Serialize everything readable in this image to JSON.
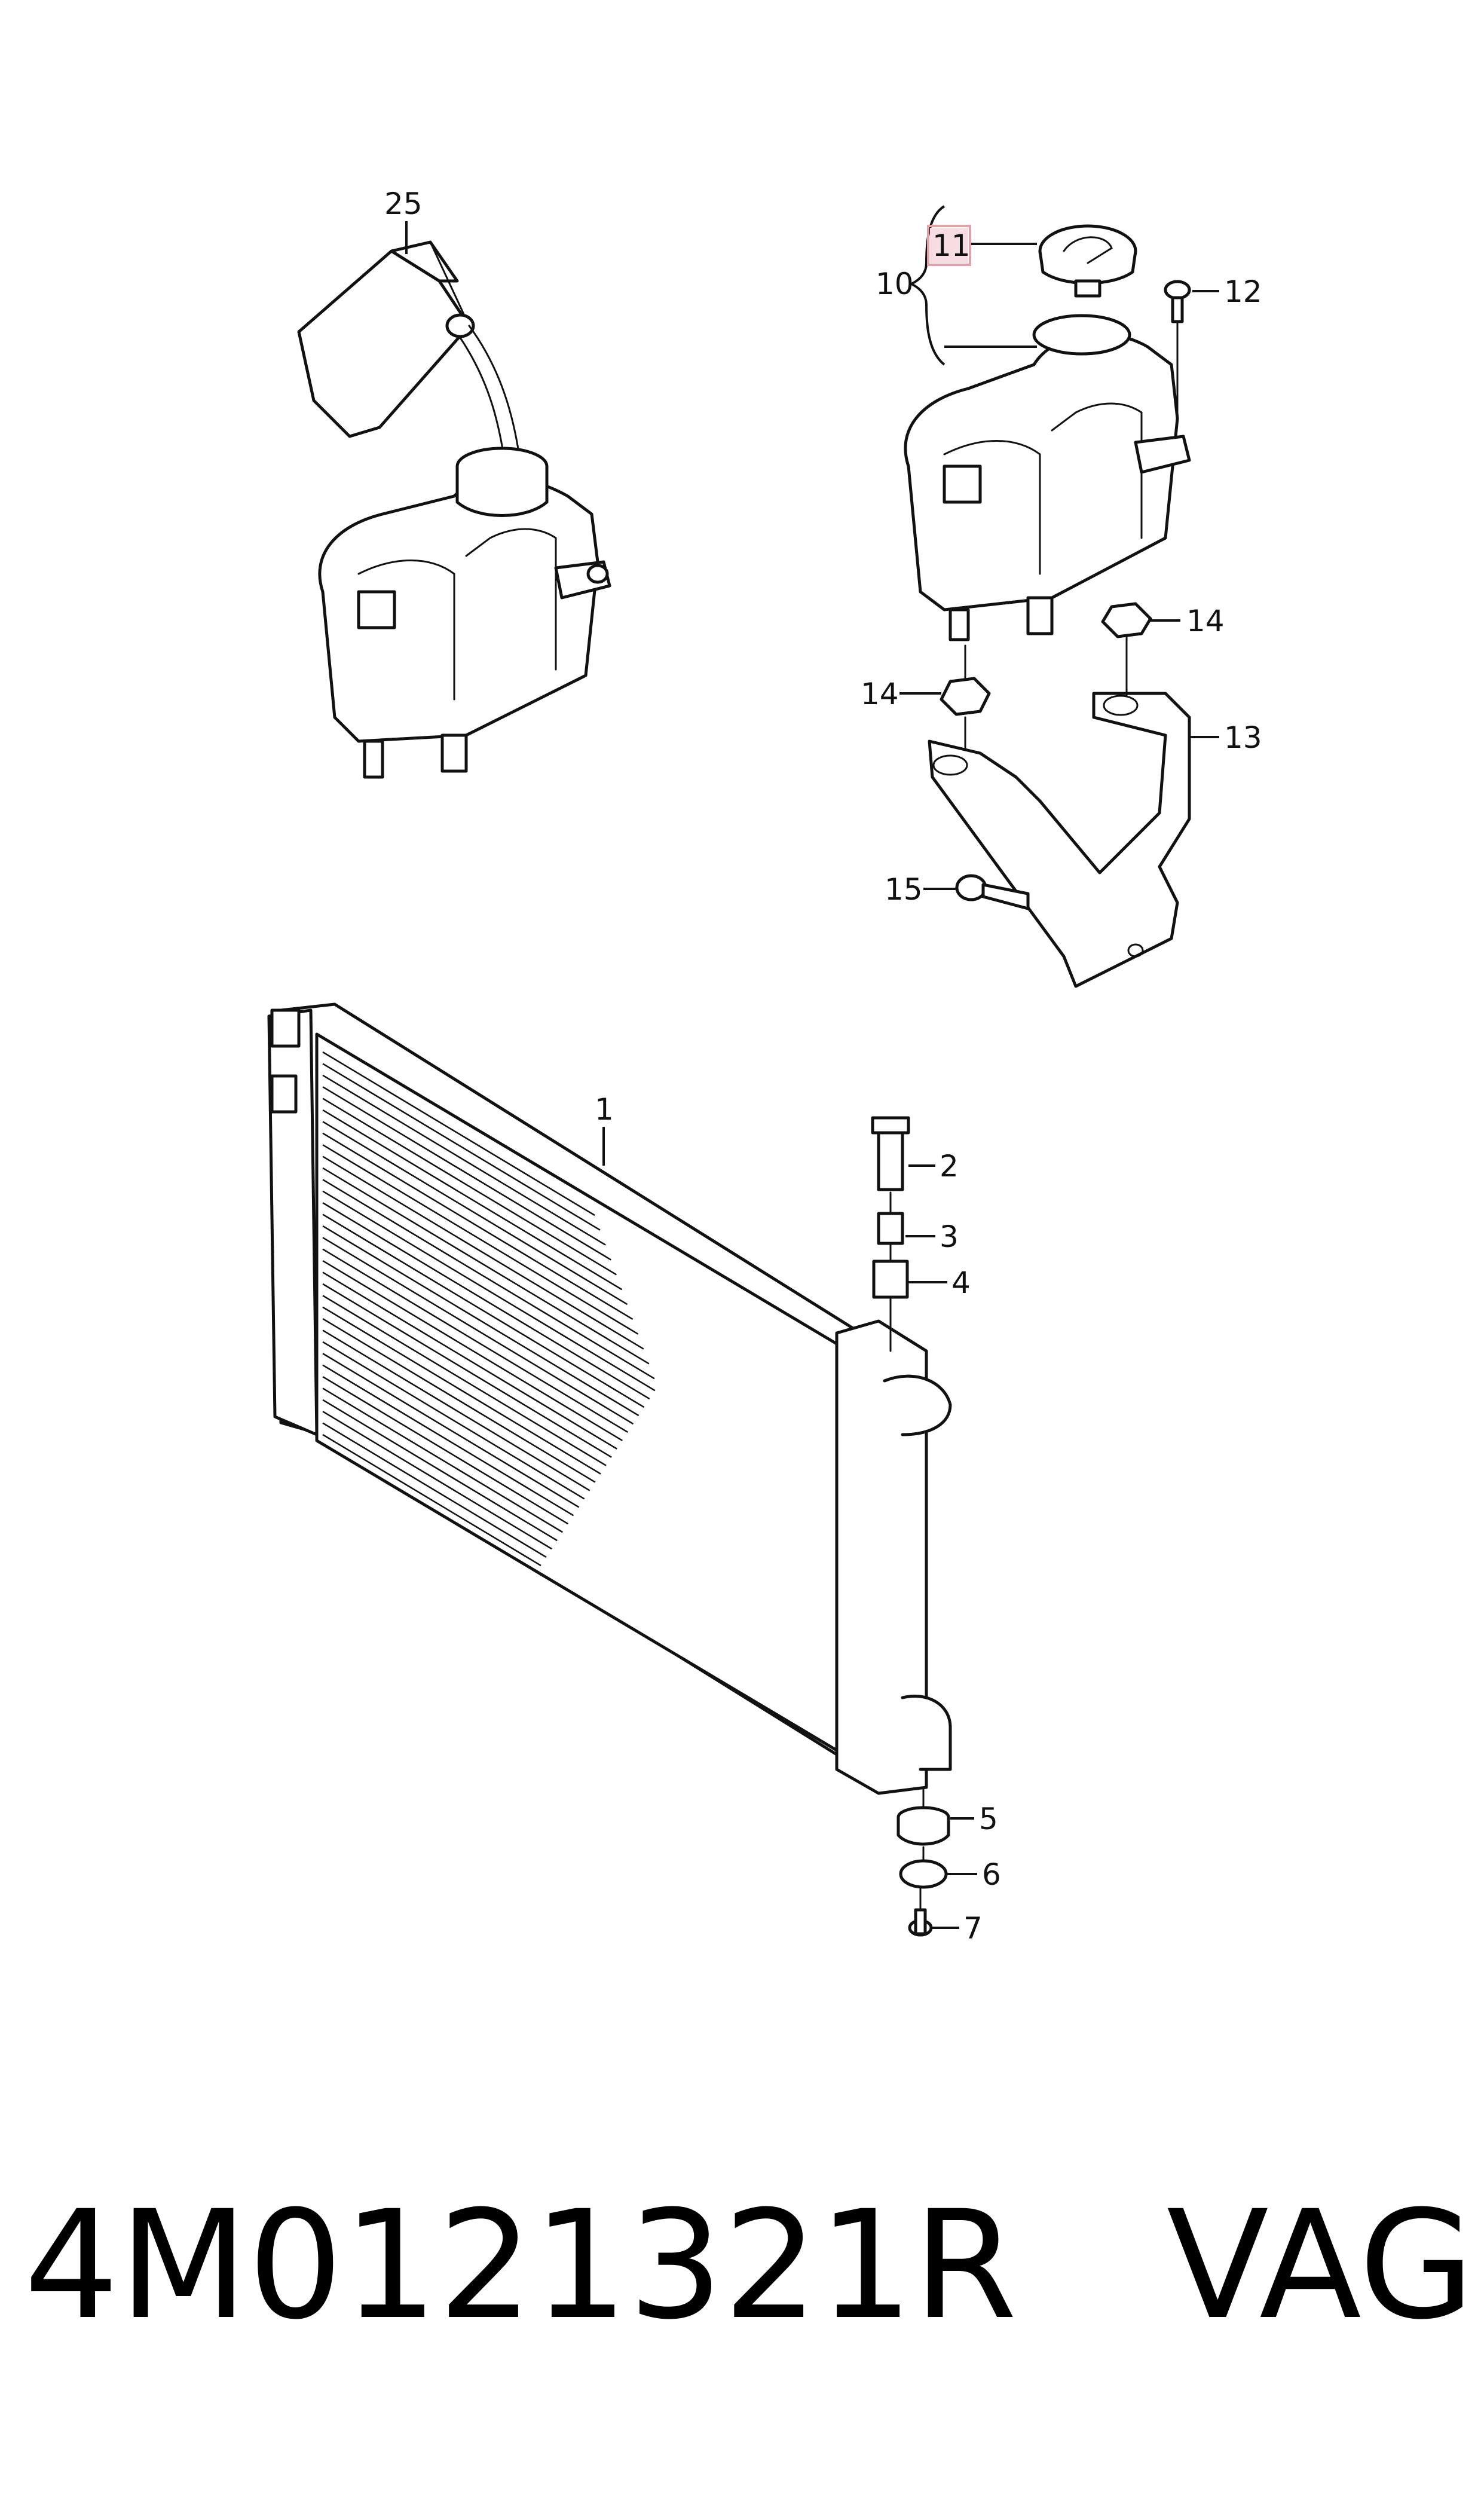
{
  "diagram": {
    "callouts": {
      "c1": "1",
      "c2": "2",
      "c3": "3",
      "c4": "4",
      "c5": "5",
      "c6": "6",
      "c7": "7",
      "c10": "10",
      "c11": "11",
      "c12": "12",
      "c13": "13",
      "c14a": "14",
      "c14b": "14",
      "c15": "15",
      "c25": "25"
    },
    "highlight_color": "#e8a0a8"
  },
  "footer": {
    "part_number": "4M0121321R",
    "brand": "VAG"
  }
}
